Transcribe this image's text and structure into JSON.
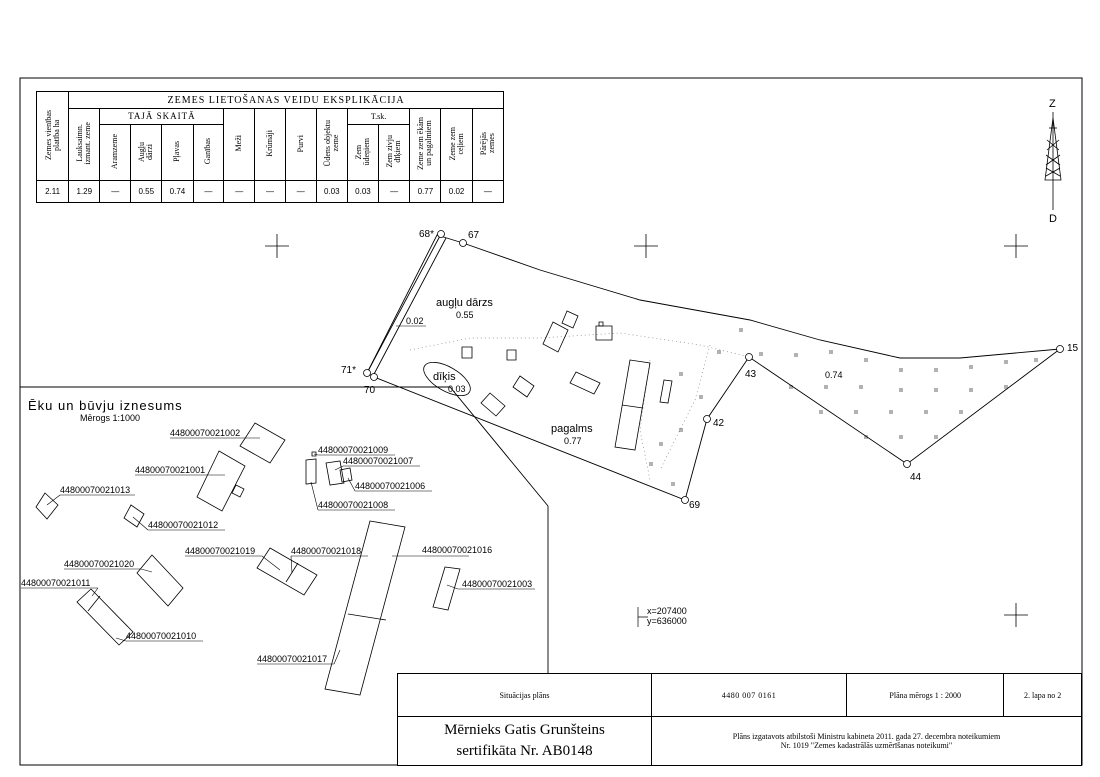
{
  "explication": {
    "title": "ZEMES LIETOŠANAS VEIDU EKSPLIKĀCIJA",
    "area_header": "Zemes vienības\nplatība ha",
    "agri_header": "Lauksaimn.\nizmant. zeme",
    "subtitle": "TAJĀ SKAITĀ",
    "tsk": "T.sk.",
    "columns": {
      "aramzeme": "Aramzeme",
      "auglu_darzi": "Augļu\ndārzi",
      "plavas": "Pļavas",
      "ganibas": "Ganības",
      "mezi": "Meži",
      "krumaji": "Krūmāji",
      "purvi": "Purvi",
      "udens": "Ūdens objektu\nzeme",
      "zem_udeniem": "Zem\nūdeņiem",
      "zivju_diki": "Zem zivju\ndīķiem",
      "zem_ekam": "Zeme zem ēkām\nun pagalmiem",
      "zem_celiem": "Zeme zem\nceļiem",
      "paresjas": "Pārējās\nzemes"
    },
    "values": {
      "area": "2.11",
      "agri": "1.29",
      "aramzeme": "—",
      "auglu_darzi": "0.55",
      "plavas": "0.74",
      "ganibas": "—",
      "mezi": "—",
      "krumaji": "—",
      "purvi": "—",
      "udens": "0.03",
      "zem_udeniem": "0.03",
      "zivju_diki": "—",
      "zem_ekam": "0.77",
      "zem_celiem": "0.02",
      "paresjas": "—"
    }
  },
  "north_arrow": {
    "top": "Z",
    "bottom": "D"
  },
  "parcel": {
    "points": [
      "68*",
      "67",
      "15",
      "43",
      "44",
      "42",
      "69",
      "70",
      "71*"
    ],
    "labels": {
      "garden": "augļu dārzs",
      "garden_area": "0.55",
      "road_area": "0.02",
      "pond": "dīķis",
      "pond_area": "0.03",
      "yard": "pagalms",
      "yard_area": "0.77",
      "meadow_area": "0.74"
    }
  },
  "buildings_inset": {
    "title": "Ēku un būvju iznesums",
    "scale": "Mērogs 1:1000",
    "labels": [
      "44800070021002",
      "44800070021001",
      "44800070021009",
      "44800070021007",
      "44800070021006",
      "44800070021008",
      "44800070021013",
      "44800070021012",
      "44800070021019",
      "44800070021018",
      "44800070021016",
      "44800070021020",
      "44800070021011",
      "44800070021003",
      "44800070021010",
      "44800070021017"
    ]
  },
  "coordinates": {
    "x": "x=207400",
    "y": "y=636000"
  },
  "title_block": {
    "title": "Situācijas plāns",
    "cadastre_number": "4480 007 0161",
    "scale": "Plāna mērogs 1 :  2000",
    "sheet": "2. lapa no 2",
    "surveyor": "Mērnieks Gatis Grunšteins",
    "certificate": "sertifikāta Nr. AB0148",
    "note_line1": "Plāns izgatavots atbilstoši Ministru kabineta 2011. gada 27. decembra noteikumiem",
    "note_line2": "Nr. 1019 \"Zemes kadastrālās uzmērīšanas noteikumi\""
  }
}
